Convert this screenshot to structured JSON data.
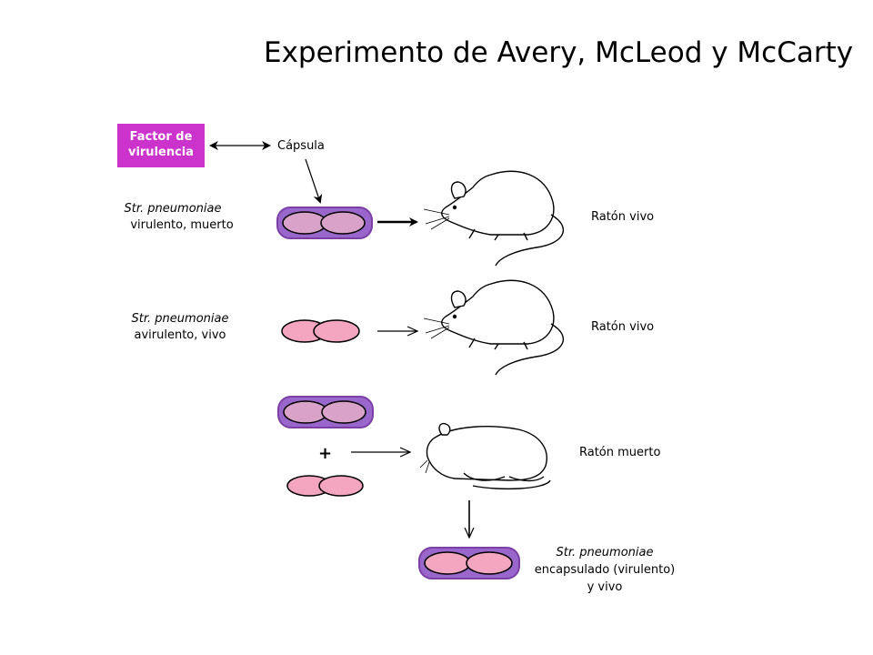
{
  "title": "Experimento de Avery, McLeod y McCarty",
  "factor_box": {
    "line1": "Factor de",
    "line2": "virulencia"
  },
  "capsule_label": "Cápsula",
  "rows": [
    {
      "strain_italic": "Str. pneumoniae",
      "strain_desc": "virulento, muerto",
      "result": "Ratón vivo"
    },
    {
      "strain_italic": "Str. pneumoniae",
      "strain_desc": "avirulento, vivo",
      "result": "Ratón vivo"
    },
    {
      "plus_sign": "+",
      "result": "Ratón muerto"
    }
  ],
  "outcome": {
    "strain_italic": "Str. pneumoniae",
    "line2": "encapsulado (virulento)",
    "line3": "y vivo"
  },
  "colors": {
    "capsule": "#9966cc",
    "capsule_dark": "#7b3fa6",
    "cell_pink": "#f4a6c0",
    "cell_mauve": "#d9a3c9",
    "factor_box": "#cc33cc"
  }
}
